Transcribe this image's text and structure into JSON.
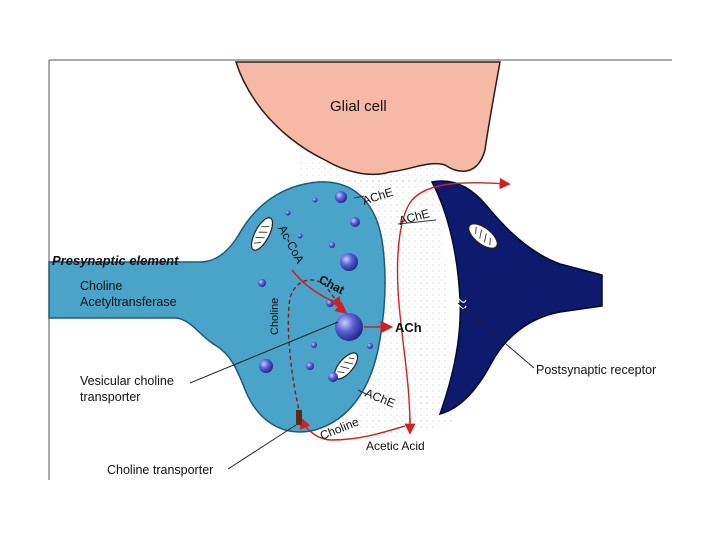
{
  "labels": {
    "glial_cell": "Glial cell",
    "presynaptic_element": "Presynaptic element",
    "choline_acetyltransferase_line1": "Choline",
    "choline_acetyltransferase_line2": "Acetyltransferase",
    "ac_coa": "Ac-CoA",
    "chat": "Chat",
    "choline_inside": "Choline",
    "ach": "ACh",
    "ache_top": "AChE",
    "ache_mid": "AChE",
    "ache_bottom": "AChE",
    "choline_cleft": "Choline",
    "acetic_acid": "Acetic Acid",
    "vesicular_transporter_line1": "Vesicular choline",
    "vesicular_transporter_line2": "transporter",
    "choline_transporter": "Choline transporter",
    "postsynaptic_receptor": "Postsynaptic receptor"
  },
  "colors": {
    "glial": "#f6b9a5",
    "presynaptic": "#4aa3c9",
    "postsynaptic": "#0d1a6e",
    "vesicle": "#3a45b8",
    "arrow": "#cc2222",
    "frame": "#555555"
  }
}
